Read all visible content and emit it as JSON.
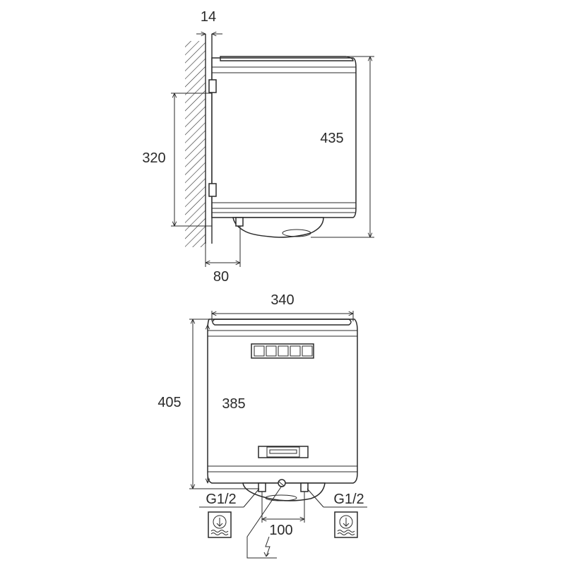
{
  "side_view": {
    "dim_bracket": "14",
    "dim_height": "435",
    "dim_mount": "320",
    "dim_depth": "80"
  },
  "front_view": {
    "dim_width": "340",
    "dim_outer_height": "405",
    "dim_inner_height": "385",
    "dim_pipe_spacing": "100",
    "left_connection": "G1/2",
    "right_connection": "G1/2"
  }
}
